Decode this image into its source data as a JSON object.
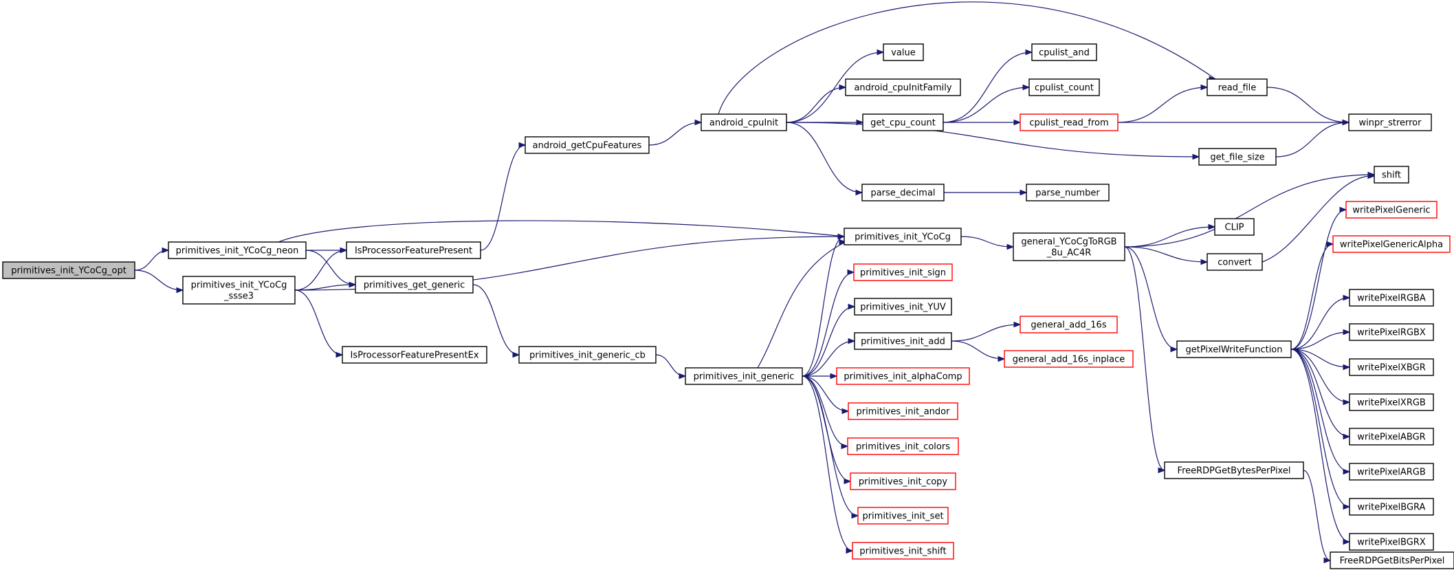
{
  "graph": {
    "nodes": [
      {
        "id": "root",
        "lines": [
          "primitives_init_YCoCg_opt"
        ],
        "style": "root"
      },
      {
        "id": "neon",
        "lines": [
          "primitives_init_YCoCg_neon"
        ]
      },
      {
        "id": "ssse3",
        "lines": [
          "primitives_init_YCoCg",
          "_ssse3"
        ]
      },
      {
        "id": "ispfp",
        "lines": [
          "IsProcessorFeaturePresent"
        ]
      },
      {
        "id": "getgen",
        "lines": [
          "primitives_get_generic"
        ]
      },
      {
        "id": "ispfpex",
        "lines": [
          "IsProcessorFeaturePresentEx"
        ]
      },
      {
        "id": "andfeat",
        "lines": [
          "android_getCpuFeatures"
        ]
      },
      {
        "id": "gencb",
        "lines": [
          "primitives_init_generic_cb"
        ]
      },
      {
        "id": "cpuinit",
        "lines": [
          "android_cpuInit"
        ]
      },
      {
        "id": "initgen",
        "lines": [
          "primitives_init_generic"
        ]
      },
      {
        "id": "value",
        "lines": [
          "value"
        ]
      },
      {
        "id": "family",
        "lines": [
          "android_cpuInitFamily"
        ]
      },
      {
        "id": "getcount",
        "lines": [
          "get_cpu_count"
        ]
      },
      {
        "id": "parsedec",
        "lines": [
          "parse_decimal"
        ]
      },
      {
        "id": "ycocg",
        "lines": [
          "primitives_init_YCoCg"
        ]
      },
      {
        "id": "sign",
        "lines": [
          "primitives_init_sign"
        ],
        "style": "red"
      },
      {
        "id": "yuv",
        "lines": [
          "primitives_init_YUV"
        ]
      },
      {
        "id": "add",
        "lines": [
          "primitives_init_add"
        ]
      },
      {
        "id": "alpha",
        "lines": [
          "primitives_init_alphaComp"
        ],
        "style": "red"
      },
      {
        "id": "andor",
        "lines": [
          "primitives_init_andor"
        ],
        "style": "red"
      },
      {
        "id": "colors",
        "lines": [
          "primitives_init_colors"
        ],
        "style": "red"
      },
      {
        "id": "copy",
        "lines": [
          "primitives_init_copy"
        ],
        "style": "red"
      },
      {
        "id": "set",
        "lines": [
          "primitives_init_set"
        ],
        "style": "red"
      },
      {
        "id": "shiftp",
        "lines": [
          "primitives_init_shift"
        ],
        "style": "red"
      },
      {
        "id": "cpuand",
        "lines": [
          "cpulist_and"
        ]
      },
      {
        "id": "cpucount",
        "lines": [
          "cpulist_count"
        ]
      },
      {
        "id": "cpuread",
        "lines": [
          "cpulist_read_from"
        ],
        "style": "red"
      },
      {
        "id": "parsenum",
        "lines": [
          "parse_number"
        ]
      },
      {
        "id": "genycocg",
        "lines": [
          "general_YCoCgToRGB",
          "_8u_AC4R"
        ]
      },
      {
        "id": "add16",
        "lines": [
          "general_add_16s"
        ],
        "style": "red"
      },
      {
        "id": "add16i",
        "lines": [
          "general_add_16s_inplace"
        ],
        "style": "red"
      },
      {
        "id": "readfile",
        "lines": [
          "read_file"
        ]
      },
      {
        "id": "filesize",
        "lines": [
          "get_file_size"
        ]
      },
      {
        "id": "clip",
        "lines": [
          "CLIP"
        ]
      },
      {
        "id": "convert",
        "lines": [
          "convert"
        ]
      },
      {
        "id": "getpwf",
        "lines": [
          "getPixelWriteFunction"
        ]
      },
      {
        "id": "bytespp",
        "lines": [
          "FreeRDPGetBytesPerPixel"
        ]
      },
      {
        "id": "strerror",
        "lines": [
          "winpr_strerror"
        ]
      },
      {
        "id": "shift",
        "lines": [
          "shift"
        ]
      },
      {
        "id": "wpg",
        "lines": [
          "writePixelGeneric"
        ],
        "style": "red"
      },
      {
        "id": "wpga",
        "lines": [
          "writePixelGenericAlpha"
        ],
        "style": "red"
      },
      {
        "id": "rgba",
        "lines": [
          "writePixelRGBA"
        ]
      },
      {
        "id": "rgbx",
        "lines": [
          "writePixelRGBX"
        ]
      },
      {
        "id": "xbgr",
        "lines": [
          "writePixelXBGR"
        ]
      },
      {
        "id": "xrgb",
        "lines": [
          "writePixelXRGB"
        ]
      },
      {
        "id": "abgr",
        "lines": [
          "writePixelABGR"
        ]
      },
      {
        "id": "argb",
        "lines": [
          "writePixelARGB"
        ]
      },
      {
        "id": "bgra",
        "lines": [
          "writePixelBGRA"
        ]
      },
      {
        "id": "bgrx",
        "lines": [
          "writePixelBGRX"
        ]
      },
      {
        "id": "bitspp",
        "lines": [
          "FreeRDPGetBitsPerPixel"
        ]
      }
    ],
    "edges": [
      [
        "root",
        "neon"
      ],
      [
        "root",
        "ssse3"
      ],
      [
        "neon",
        "ycocg"
      ],
      [
        "neon",
        "ispfp"
      ],
      [
        "neon",
        "getgen"
      ],
      [
        "ssse3",
        "ispfp"
      ],
      [
        "ssse3",
        "getgen"
      ],
      [
        "ssse3",
        "ispfpex"
      ],
      [
        "ssse3",
        "ycocg"
      ],
      [
        "ispfp",
        "andfeat"
      ],
      [
        "getgen",
        "gencb"
      ],
      [
        "andfeat",
        "cpuinit"
      ],
      [
        "gencb",
        "initgen"
      ],
      [
        "cpuinit",
        "readfile"
      ],
      [
        "cpuinit",
        "value"
      ],
      [
        "cpuinit",
        "family"
      ],
      [
        "cpuinit",
        "getcount"
      ],
      [
        "cpuinit",
        "filesize"
      ],
      [
        "cpuinit",
        "parsedec"
      ],
      [
        "getcount",
        "cpuand"
      ],
      [
        "getcount",
        "cpucount"
      ],
      [
        "getcount",
        "cpuread"
      ],
      [
        "cpuread",
        "readfile"
      ],
      [
        "cpuread",
        "strerror"
      ],
      [
        "readfile",
        "strerror"
      ],
      [
        "filesize",
        "strerror"
      ],
      [
        "parsedec",
        "parsenum"
      ],
      [
        "initgen",
        "ycocg"
      ],
      [
        "initgen",
        "ycocg"
      ],
      [
        "initgen",
        "sign"
      ],
      [
        "initgen",
        "yuv"
      ],
      [
        "initgen",
        "add"
      ],
      [
        "initgen",
        "alpha"
      ],
      [
        "initgen",
        "andor"
      ],
      [
        "initgen",
        "colors"
      ],
      [
        "initgen",
        "copy"
      ],
      [
        "initgen",
        "set"
      ],
      [
        "initgen",
        "shiftp"
      ],
      [
        "add",
        "add16"
      ],
      [
        "add",
        "add16i"
      ],
      [
        "ycocg",
        "genycocg"
      ],
      [
        "genycocg",
        "shift"
      ],
      [
        "genycocg",
        "clip"
      ],
      [
        "genycocg",
        "convert"
      ],
      [
        "genycocg",
        "getpwf"
      ],
      [
        "genycocg",
        "bytespp"
      ],
      [
        "convert",
        "shift"
      ],
      [
        "getpwf",
        "wpg"
      ],
      [
        "getpwf",
        "wpga"
      ],
      [
        "getpwf",
        "rgba"
      ],
      [
        "getpwf",
        "rgbx"
      ],
      [
        "getpwf",
        "xbgr"
      ],
      [
        "getpwf",
        "xrgb"
      ],
      [
        "getpwf",
        "abgr"
      ],
      [
        "getpwf",
        "argb"
      ],
      [
        "getpwf",
        "bgra"
      ],
      [
        "getpwf",
        "bgrx"
      ],
      [
        "bytespp",
        "bitspp"
      ]
    ]
  }
}
